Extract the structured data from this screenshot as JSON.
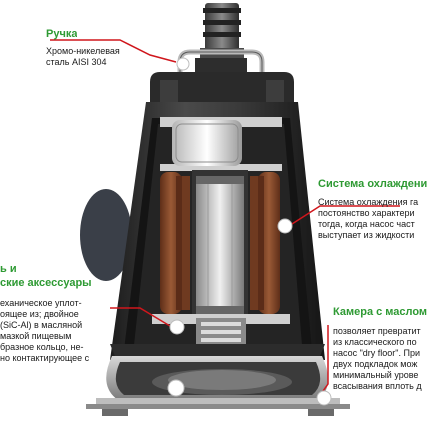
{
  "callouts": {
    "handle": {
      "title": "Ручка",
      "text": "Хромо-никелевая\nсталь AISI 304"
    },
    "cooling": {
      "title": "Система охлаждения",
      "text": "Система охлаждения га\nпостоянство характери\nтогда, когда насос част\nвыступает из жидкости"
    },
    "seal": {
      "title": "ь и\nские аксессуары",
      "text": "еханическое уплот-\nоящее из; двойное\n(SiC-Al) в масляной\nмазкой пищевым\nбразное кольцо, не-\nно контактирующее с"
    },
    "oil_chamber": {
      "title": "Камера с маслом",
      "text": "позволяет превратит\nиз классического по\nнасос \"dry floor\". При\nдвух подкладок мож\nминимальный урове\nвсасывания вплоть д"
    }
  },
  "colors": {
    "accent_green": "#2e9a33",
    "pointer_red": "#d0161c",
    "motor_copper": "#8a4a2c",
    "housing_dark": "#2b2b2b"
  }
}
